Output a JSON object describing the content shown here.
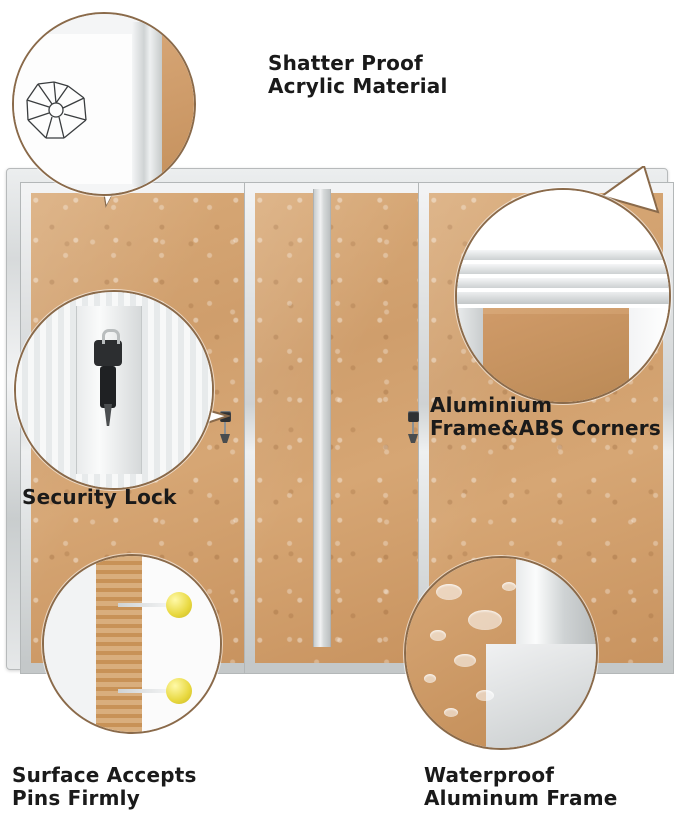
{
  "product": {
    "type": "enclosed cork bulletin board",
    "doors": 3,
    "frame_color": "#d7dadb",
    "cork_color": "#cf9e6c"
  },
  "callouts": [
    {
      "id": "shatter-proof",
      "caption": "Shatter Proof\nAcrylic Material",
      "icon": "shattered-glass-icon"
    },
    {
      "id": "security-lock",
      "caption": "Security Lock",
      "icon": "lock-and-key-icon"
    },
    {
      "id": "aluminium-frame",
      "caption": "Aluminium\nFrame&ABS Corners",
      "icon": "aluminium-frame-corner-icon"
    },
    {
      "id": "pins-firmly",
      "caption": "Surface Accepts\nPins Firmly",
      "icon": "push-pin-icon"
    },
    {
      "id": "waterproof",
      "caption": "Waterproof\nAluminum Frame",
      "icon": "water-droplets-icon"
    }
  ],
  "colors": {
    "callout_border": "#8a6a4a",
    "caption_text": "#1a1a1a",
    "background": "#ffffff"
  }
}
